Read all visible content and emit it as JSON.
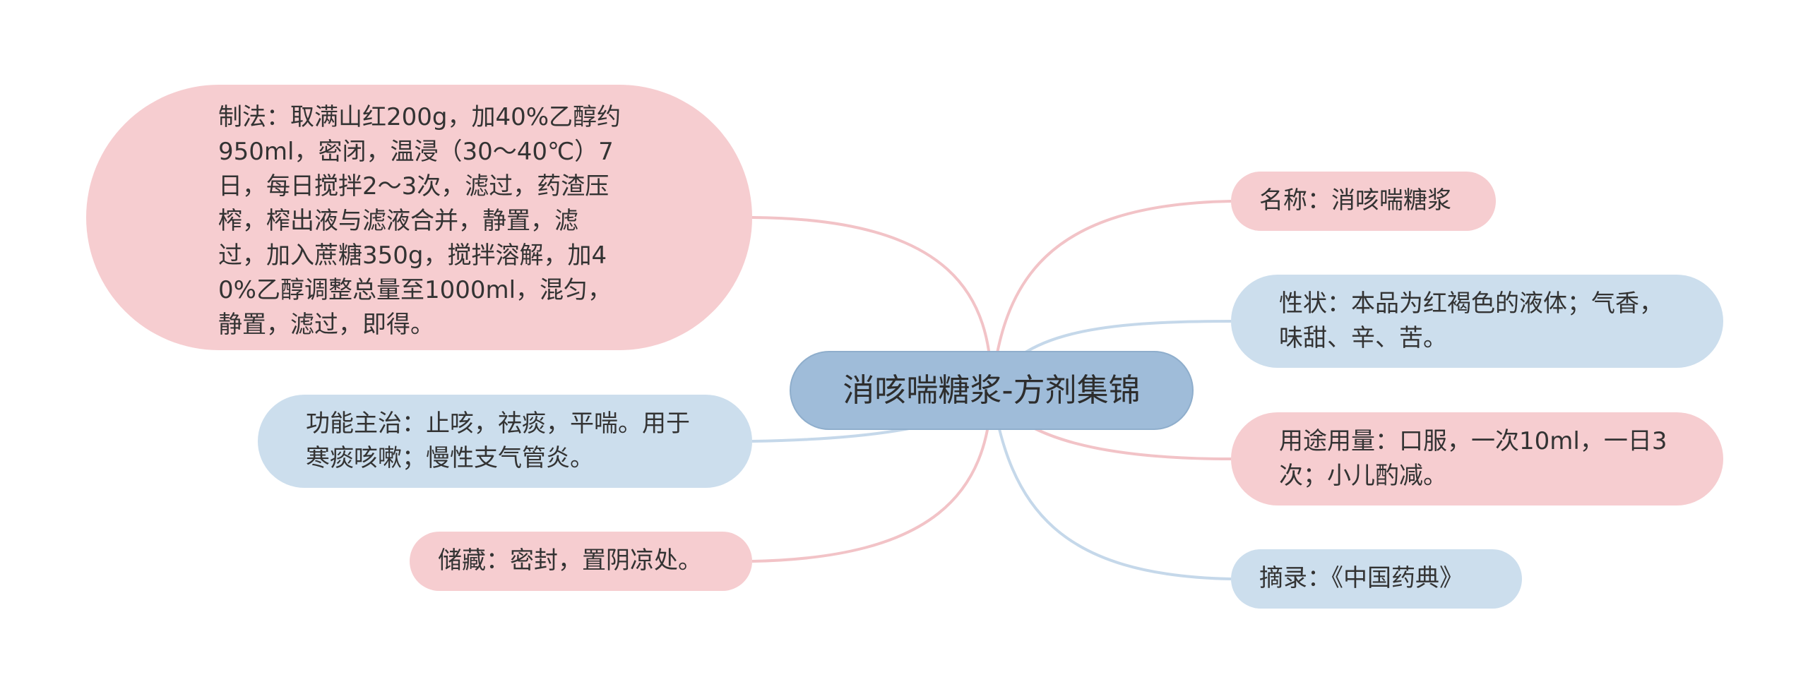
{
  "mindmap": {
    "root": "消咳喘糖浆-方剂集锦",
    "left_nodes": [
      "制法：取满山红200g，加40%乙醇约950ml，密闭，温浸（30～40℃）7日，每日搅拌2～3次，滤过，药渣压榨，榨出液与滤液合并，静置，滤过，加入蔗糖350g，搅拌溶解，加40%乙醇调整总量至1000ml，混匀，静置，滤过，即得。",
      "功能主治：止咳，祛痰，平喘。用于寒痰咳嗽；慢性支气管炎。",
      "储藏：密封，置阴凉处。"
    ],
    "right_nodes": [
      "名称：消咳喘糖浆",
      "性状：本品为红褐色的液体；气香，味甜、辛、苦。",
      "用途用量：口服，一次10ml，一日3次；小儿酌减。",
      "摘录：《中国药典》"
    ]
  },
  "colors": {
    "pink_node": "#f6cdd0",
    "blue_node": "#ccdeed",
    "center_node": "#9fbcd9",
    "pink_link": "#f2c3c7",
    "blue_link": "#c5d8ea"
  }
}
